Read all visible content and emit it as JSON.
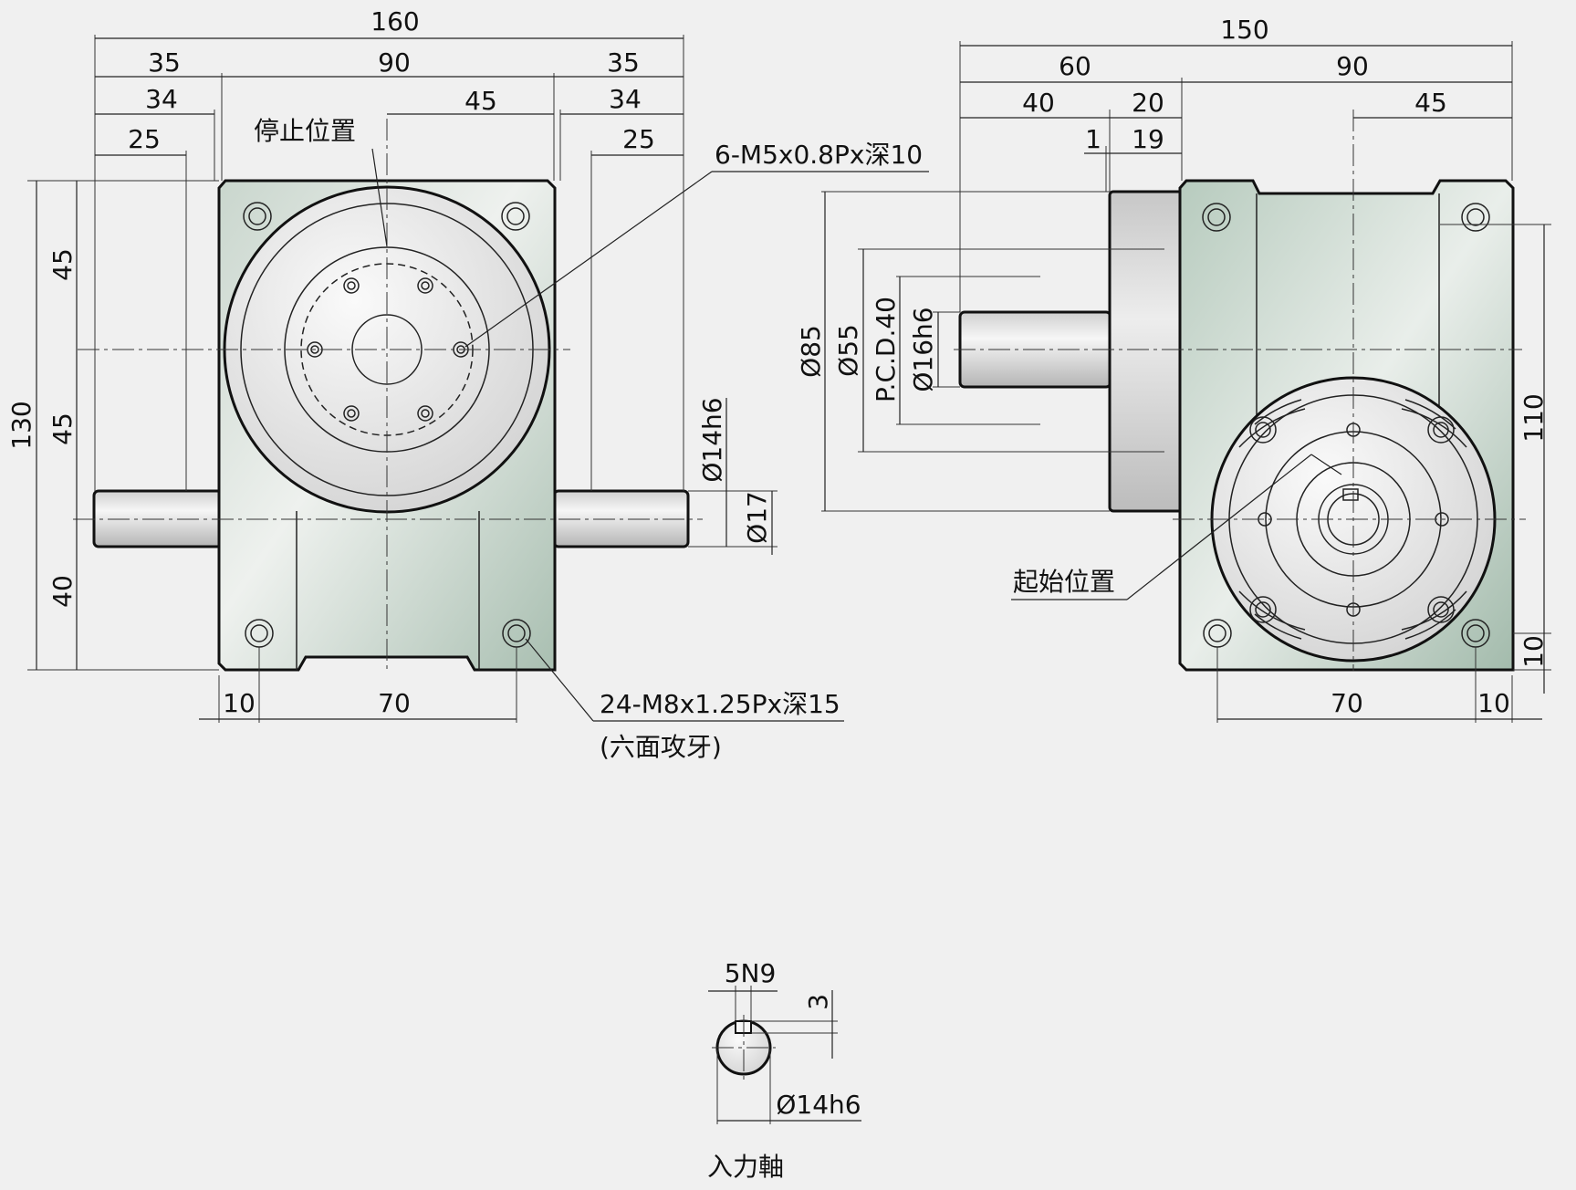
{
  "front_view": {
    "dims": {
      "overall_width": "160",
      "left_offset_35": "35",
      "body_width": "90",
      "right_offset_35": "35",
      "left_34": "34",
      "half_45": "45",
      "right_34": "34",
      "left_25": "25",
      "right_25": "25",
      "height_130": "130",
      "upper_45": "45",
      "lower_45": "45",
      "bottom_40": "40",
      "shaft_dia": "Ø14h6",
      "shaft_17": "Ø17",
      "bottom_10": "10",
      "bottom_70": "70"
    },
    "notes": {
      "stop_position": "停止位置",
      "top_thread": "6-M5x0.8Px深10",
      "side_thread": "24-M8x1.25Px深15",
      "side_thread_sub": "(六面攻牙)"
    }
  },
  "side_view": {
    "dims": {
      "overall_150": "150",
      "flange_60": "60",
      "body_90": "90",
      "shaft_40": "40",
      "boss_20": "20",
      "half_45": "45",
      "gap_1": "1",
      "boss_19": "19",
      "dia_85": "Ø85",
      "dia_55": "Ø55",
      "pcd_40": "P.C.D.40",
      "dia_16": "Ø16h6",
      "height_110": "110",
      "right_10": "10",
      "bottom_70": "70",
      "bottom_10": "10"
    },
    "notes": {
      "start_position": "起始位置"
    }
  },
  "input_shaft": {
    "dims": {
      "key_width": "5N9",
      "key_depth": "3",
      "shaft_dia": "Ø14h6"
    },
    "title": "入力軸"
  },
  "colors": {
    "body_fill_light": "#dfe6e1",
    "body_fill_dark": "#9fb8a9",
    "disc_fill": "#e9e9e9",
    "line": "#111111",
    "background": "#f0f0f0"
  }
}
